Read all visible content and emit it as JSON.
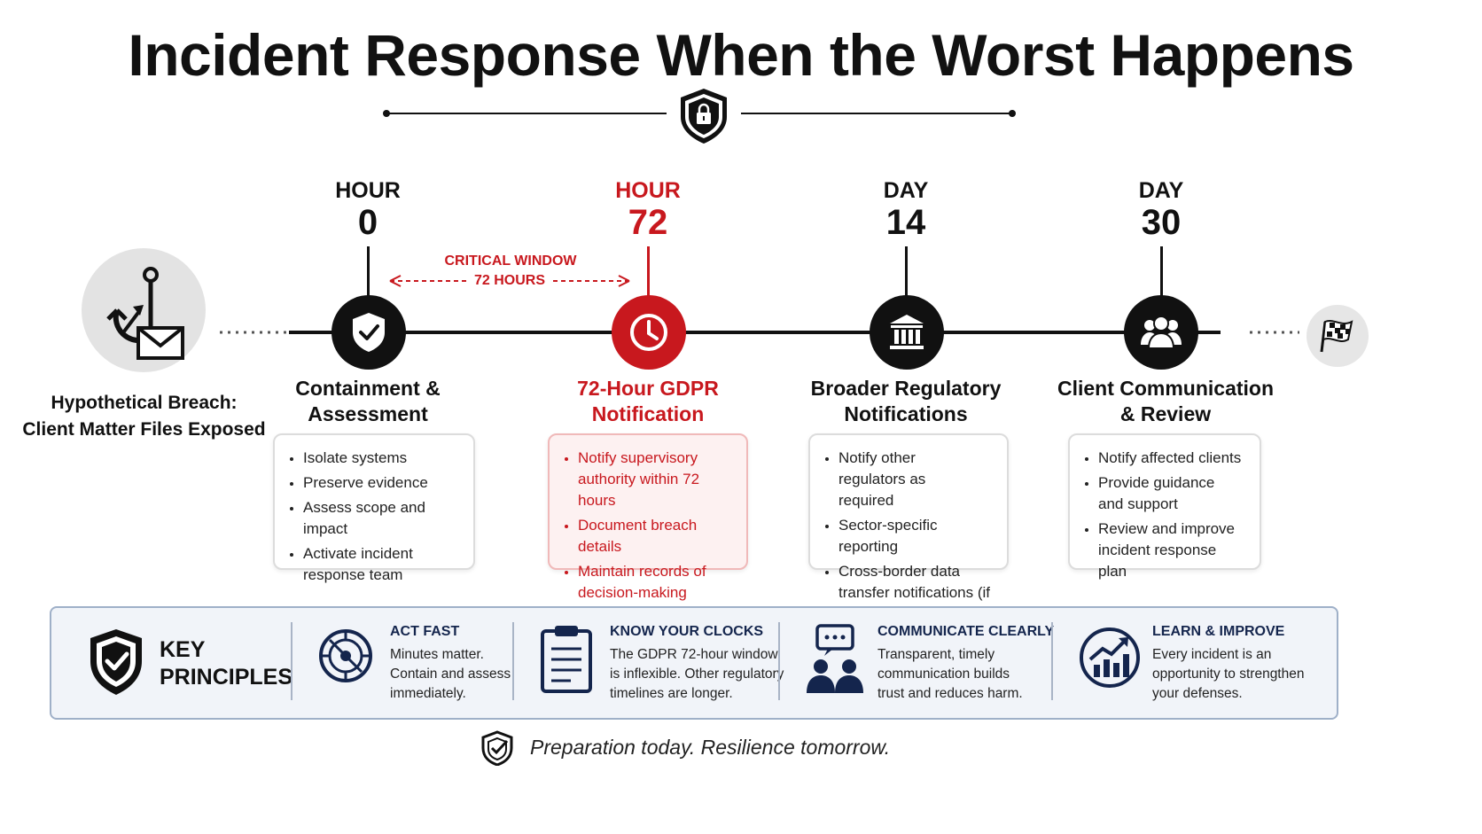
{
  "title": "Incident Response When the Worst Happens",
  "colors": {
    "accent_red": "#c8181e",
    "navy": "#14254d",
    "dark": "#111111"
  },
  "breach": {
    "line1": "Hypothetical Breach:",
    "line2": "Client Matter Files Exposed",
    "icon": "phishing-hook-email-icon"
  },
  "critical_window": {
    "line1": "CRITICAL WINDOW",
    "line2": "72 HOURS"
  },
  "stages": [
    {
      "period_label": "HOUR",
      "period_value": "0",
      "icon": "shield-check-icon",
      "title_line1": "Containment &",
      "title_line2": "Assessment",
      "bullets": [
        "Isolate systems",
        "Preserve evidence",
        "Assess scope and impact",
        "Activate incident response team"
      ]
    },
    {
      "period_label": "HOUR",
      "period_value": "72",
      "icon": "clock-icon",
      "title_line1": "72-Hour GDPR",
      "title_line2": "Notification",
      "bullets": [
        "Notify supervisory authority within 72 hours",
        "Document breach details",
        "Maintain records of decision-making"
      ]
    },
    {
      "period_label": "DAY",
      "period_value": "14",
      "icon": "government-building-icon",
      "title_line1": "Broader Regulatory",
      "title_line2": "Notifications",
      "bullets": [
        "Notify other regulators as required",
        "Sector-specific reporting",
        "Cross-border data transfer notifications (if applicable)"
      ]
    },
    {
      "period_label": "DAY",
      "period_value": "30",
      "icon": "people-group-icon",
      "title_line1": "Client Communication",
      "title_line2": "& Review",
      "bullets": [
        "Notify affected clients",
        "Provide guidance and support",
        "Review and improve incident response plan"
      ]
    }
  ],
  "key_principles": {
    "heading_line1": "KEY",
    "heading_line2": "PRINCIPLES",
    "items": [
      {
        "icon": "stopwatch-target-icon",
        "title": "ACT FAST",
        "body": [
          "Minutes matter.",
          "Contain and assess",
          "immediately."
        ]
      },
      {
        "icon": "clipboard-icon",
        "title": "KNOW YOUR CLOCKS",
        "body": [
          "The GDPR 72-hour window",
          "is inflexible. Other regulatory",
          "timelines are longer."
        ]
      },
      {
        "icon": "people-chat-icon",
        "title": "COMMUNICATE CLEARLY",
        "body": [
          "Transparent, timely",
          "communication builds",
          "trust and reduces harm."
        ]
      },
      {
        "icon": "growth-chart-icon",
        "title": "LEARN & IMPROVE",
        "body": [
          "Every incident is an",
          "opportunity to strengthen",
          "your defenses."
        ]
      }
    ]
  },
  "tagline": "Preparation today. Resilience tomorrow."
}
